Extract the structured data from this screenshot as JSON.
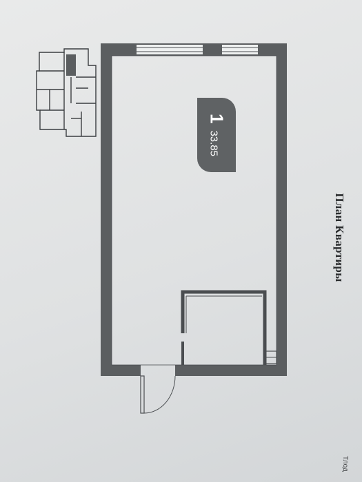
{
  "plan": {
    "title": "План Квартиры",
    "room": {
      "number": "1",
      "area": "33.85"
    },
    "edge_text": "Тлод"
  },
  "colors": {
    "wall": "#5b5e60",
    "line": "#4a4d50",
    "badge": "#5f6264"
  }
}
